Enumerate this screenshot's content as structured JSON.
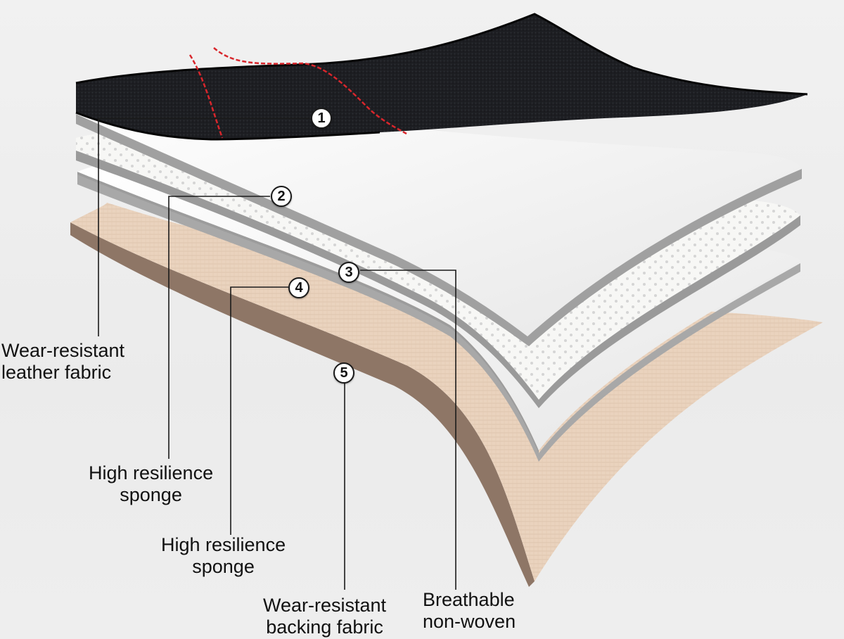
{
  "layers": [
    {
      "number": "1",
      "label_lines": [
        "Wear-resistant",
        "leather fabric"
      ]
    },
    {
      "number": "2",
      "label_lines": [
        "High resilience",
        "sponge"
      ]
    },
    {
      "number": "3",
      "label_lines": [
        "Breathable",
        "non-woven"
      ]
    },
    {
      "number": "4",
      "label_lines": [
        "High resilience",
        "sponge"
      ]
    },
    {
      "number": "5",
      "label_lines": [
        "Wear-resistant",
        "backing fabric"
      ]
    }
  ],
  "colors": {
    "leather": "#1c1d21",
    "stitch": "#d8262c",
    "sponge": "#f4f4f2",
    "sponge_edge": "#9c9c9c",
    "backing": "#e9d2bd",
    "backing_edge": "#8e7666",
    "leader_line": "#1a1a1a"
  }
}
